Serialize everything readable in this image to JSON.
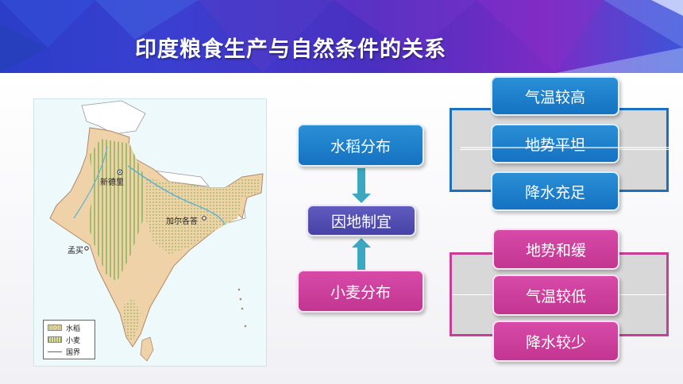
{
  "slide": {
    "title": "印度粮食生产与自然条件的关系"
  },
  "map": {
    "city_labels": [
      "新德里",
      "加尔各答",
      "孟买"
    ],
    "legend": {
      "rice": "水稻",
      "wheat": "小麦",
      "border": "国界"
    },
    "colors": {
      "land": "#f0d2a8",
      "rice_dots": "#9fc06a",
      "wheat_lines": "#6fae48",
      "rivers": "#56b3d6",
      "neighbor": "#ffffff"
    }
  },
  "diagram": {
    "rice_node": "水稻分布",
    "center_node": "因地制宜",
    "wheat_node": "小麦分布",
    "rice_conditions": [
      "气温较高",
      "地势平坦",
      "降水充足"
    ],
    "wheat_conditions": [
      "地势和缓",
      "气温较低",
      "降水较少"
    ],
    "colors": {
      "blue": "#1e7ccb",
      "purple": "#4d49ad",
      "pink": "#cc3c9a",
      "arrow": "#3aa8c0",
      "bracket_fill": "#d8d8d8"
    }
  }
}
